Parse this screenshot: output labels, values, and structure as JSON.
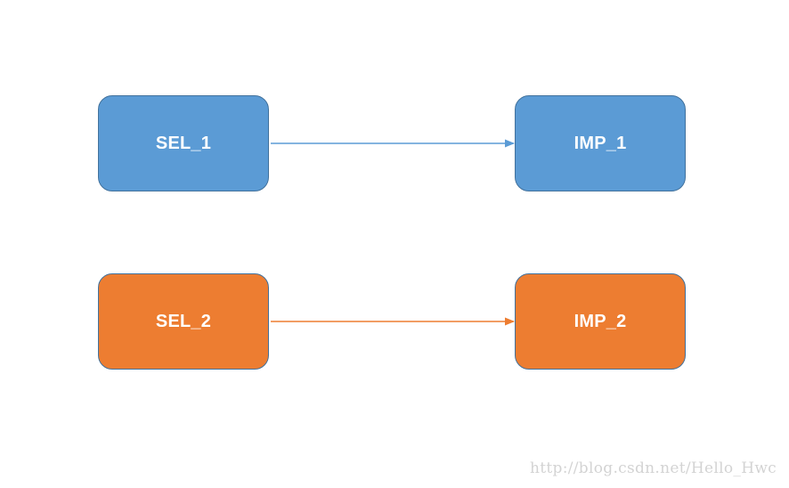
{
  "diagram": {
    "nodes": [
      {
        "id": "sel1",
        "label": "SEL_1",
        "color": "#5b9bd5"
      },
      {
        "id": "imp1",
        "label": "IMP_1",
        "color": "#5b9bd5"
      },
      {
        "id": "sel2",
        "label": "SEL_2",
        "color": "#ed7d31"
      },
      {
        "id": "imp2",
        "label": "IMP_2",
        "color": "#ed7d31"
      }
    ],
    "edges": [
      {
        "from": "sel1",
        "to": "imp1",
        "color": "#5b9bd5"
      },
      {
        "from": "sel2",
        "to": "imp2",
        "color": "#ed7d31"
      }
    ],
    "border_color": "#41719c"
  },
  "watermark": "http://blog.csdn.net/Hello_Hwc"
}
